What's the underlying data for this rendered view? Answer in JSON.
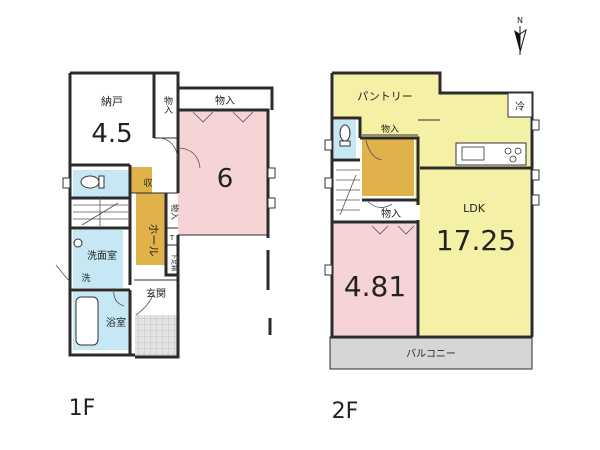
{
  "compass": {
    "label": "N"
  },
  "floor1": {
    "label": "1F",
    "rooms": {
      "nando": {
        "name": "納戸",
        "size": "4.5"
      },
      "bedroom": {
        "size": "6"
      },
      "closet_top": {
        "name": "物入"
      },
      "closet_side": {
        "name": "物入"
      },
      "storage_small": {
        "name": "収"
      },
      "hall": {
        "name": "ホール"
      },
      "closet_hall": {
        "name": "物入"
      },
      "under_floor": {
        "name": "下足箱"
      },
      "under_floor_code": {
        "name": "T"
      },
      "washroom": {
        "name": "洗面室"
      },
      "washer": {
        "name": "洗"
      },
      "bath": {
        "name": "浴室"
      },
      "entrance": {
        "name": "玄関"
      }
    }
  },
  "floor2": {
    "label": "2F",
    "rooms": {
      "pantry": {
        "name": "パントリー"
      },
      "fridge": {
        "name": "冷"
      },
      "closet_upper": {
        "name": "物入"
      },
      "closet_lower": {
        "name": "物入"
      },
      "ldk": {
        "name": "LDK",
        "size": "17.25"
      },
      "bedroom": {
        "size": "4.81"
      },
      "balcony": {
        "name": "バルコニー"
      }
    }
  },
  "colors": {
    "wall": "#2b2b2b",
    "bedroom_pink": "#f6d4d6",
    "ldk_yellow": "#f4f0a6",
    "hall_tan": "#e2b24a",
    "water_blue": "#c6e8f5",
    "balcony_gray": "#d6d6d6",
    "tile_gray": "#d9d9d9"
  }
}
